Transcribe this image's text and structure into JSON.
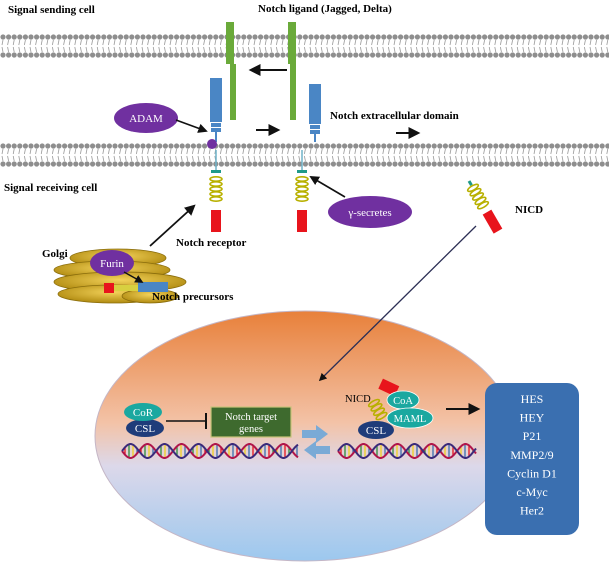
{
  "labels": {
    "signal_sending_cell": "Signal sending cell",
    "notch_ligand": "Notch ligand (Jagged, Delta)",
    "adam": "ADAM",
    "notch_extracellular_domain": "Notch extracellular domain",
    "signal_receiving_cell": "Signal receiving cell",
    "gamma_secretes": "γ-secretes",
    "nicd": "NICD",
    "golgi": "Golgi",
    "furin": "Furin",
    "notch_receptor": "Notch receptor",
    "notch_precursors": "Notch precursors",
    "cor": "CoR",
    "csl": "CSL",
    "notch_target_line1": "Notch target",
    "notch_target_line2": "genes",
    "nicd_nucleus": "NICD",
    "coa": "CoA",
    "maml": "MAML",
    "csl_right": "CSL"
  },
  "target_genes": [
    "HES",
    "HEY",
    "P21",
    "MMP2/9",
    "Cyclin D1",
    "c-Myc",
    "Her2"
  ],
  "colors": {
    "membrane_head": "#8e8e8e",
    "ligand_green": "#6aaa3a",
    "receptor_blue": "#4a86c5",
    "purple": "#7030a0",
    "nucleus_top": "#e8803a",
    "nucleus_bottom": "#b4d4ee",
    "gene_box": "#3a6fb0",
    "golgi_gold": "#c9a227",
    "nicd_red": "#e8141c",
    "coiled_yellow": "#e6e020",
    "csl_navy": "#1f3c7a",
    "coa_teal": "#1aa8a0"
  }
}
